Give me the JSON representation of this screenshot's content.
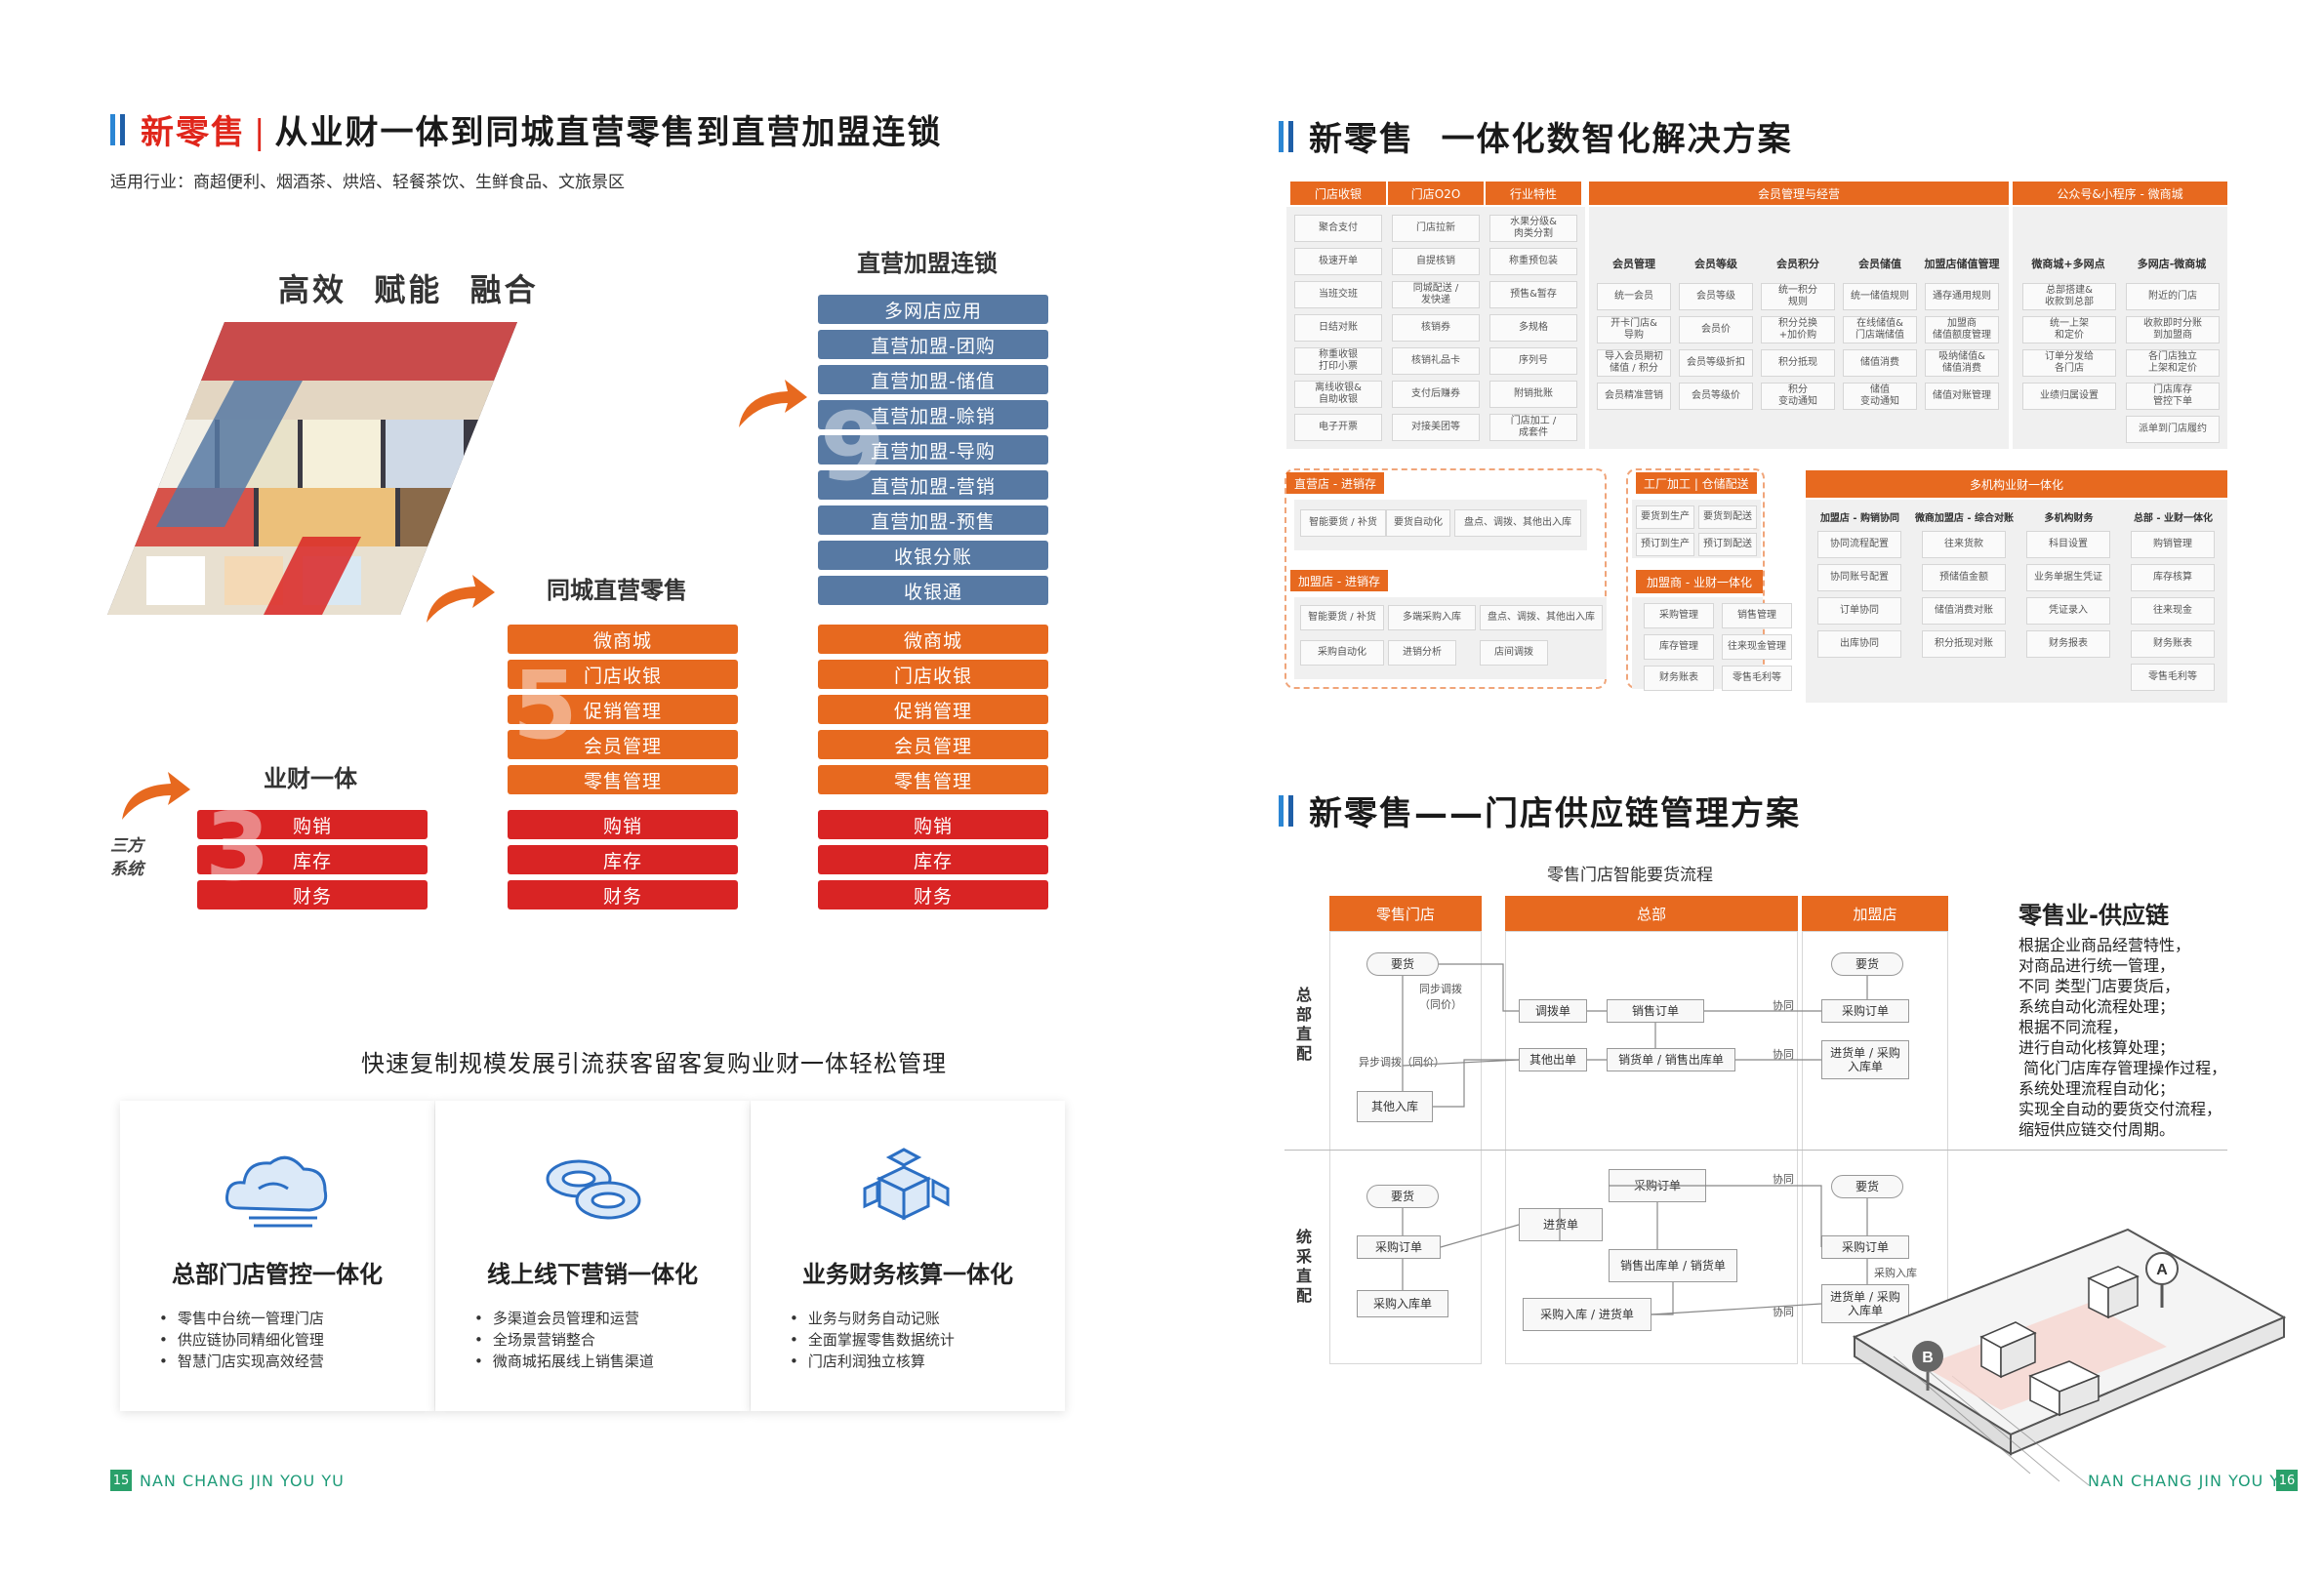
{
  "left": {
    "title_red": "新零售",
    "title_rest": "从业财一体到同城直营零售到直营加盟连锁",
    "industries": "适用行业：商超便利、烟酒茶、烘焙、轻餐茶饮、生鲜食品、文旅景区",
    "slogan": "高效  赋能  融合",
    "third_party": "三方\n系统",
    "col1": {
      "title": "业财一体",
      "num": "3",
      "red": [
        "购销",
        "库存",
        "财务"
      ]
    },
    "col2": {
      "title": "同城直营零售",
      "num": "5",
      "orange": [
        "微商城",
        "门店收银",
        "促销管理",
        "会员管理",
        "零售管理"
      ],
      "red": [
        "购销",
        "库存",
        "财务"
      ]
    },
    "col3": {
      "title": "直营加盟连锁",
      "num": "9",
      "blue": [
        "多网店应用",
        "直营加盟-团购",
        "直营加盟-储值",
        "直营加盟-赊销",
        "直营加盟-导购",
        "直营加盟-营销",
        "直营加盟-预售",
        "收银分账",
        "收银通"
      ],
      "orange": [
        "微商城",
        "门店收银",
        "促销管理",
        "会员管理",
        "零售管理"
      ],
      "red": [
        "购销",
        "库存",
        "财务"
      ]
    },
    "mid_slogan": "快速复制规模发展引流获客留客复购业财一体轻松管理",
    "cards": [
      {
        "title": "总部门店管控一体化",
        "icon": "cloud-icon",
        "items": [
          "零售中台统一管理门店",
          "供应链协同精细化管理",
          "智慧门店实现高效经营"
        ]
      },
      {
        "title": "线上线下营销一体化",
        "icon": "chain-link-icon",
        "items": [
          "多渠道会员管理和运营",
          "全场景营销整合",
          "微商城拓展线上销售渠道"
        ]
      },
      {
        "title": "业务财务核算一体化",
        "icon": "puzzle-cubes-icon",
        "items": [
          "业务与财务自动记账",
          "全面掌握零售数据统计",
          "门店利润独立核算"
        ]
      }
    ],
    "footer": "NAN CHANG JIN YOU YU",
    "page": "15"
  },
  "right": {
    "title1": "新零售  一体化数智化解决方案",
    "grid": {
      "col_heads": [
        "门店收银",
        "门店O2O",
        "行业特性"
      ],
      "col_cells": [
        [
          "聚合支付",
          "极速开单",
          "当班交班",
          "日结对账",
          "称重收银\n打印小票",
          "离线收银&\n自助收银",
          "电子开票"
        ],
        [
          "门店拉新",
          "自提核销",
          "同城配送 /\n发快递",
          "核销券",
          "核销礼品卡",
          "支付后赚券",
          "对接美团等"
        ],
        [
          "水果分级&\n肉类分割",
          "称重预包装",
          "预售&暂存",
          "多规格",
          "序列号",
          "附销批账",
          "门店加工 /\n成套件"
        ]
      ],
      "member_head": "会员管理与经营",
      "member_subs": [
        "会员管理",
        "会员等级",
        "会员积分",
        "会员储值",
        "加盟店储值管理"
      ],
      "member_cells": [
        [
          "统一会员",
          "开卡门店&\n导购",
          "导入会员期初\n储值 / 积分",
          "会员精准营销"
        ],
        [
          "会员等级",
          "会员价",
          "会员等级折扣",
          "会员等级价"
        ],
        [
          "统一积分\n规则",
          "积分兑换\n+加价购",
          "积分抵现",
          "积分\n变动通知"
        ],
        [
          "统一储值规则",
          "在线储值&\n门店端储值",
          "储值消费",
          "储值\n变动通知"
        ],
        [
          "通存通用规则",
          "加盟商\n储值额度管理",
          "吸纳储值&\n储值消费",
          "储值对账管理"
        ]
      ],
      "wx_head": "公众号&小程序 - 微商城",
      "wx_subs": [
        "微商城+多网点",
        "多网店-微商城"
      ],
      "wx_cells": [
        [
          "总部搭建&\n收款到总部",
          "统一上架\n和定价",
          "订单分发给\n各门店",
          "业绩归属设置"
        ],
        [
          "附近的门店",
          "收款即时分账\n到加盟商",
          "各门店独立\n上架和定价",
          "门店库存\n管控下单",
          "派单到门店履约"
        ]
      ],
      "direct_tag": "直营店 - 进销存",
      "direct_cells": [
        "智能要货 / 补货",
        "要货自动化",
        "盘点、调拨、其他出入库"
      ],
      "factory_tag": "工厂加工 | 仓储配送",
      "factory_cells": [
        "要货到生产",
        "要货到配送",
        "预订到生产",
        "预订到配送"
      ],
      "franchise_tag": "加盟店 - 进销存",
      "franchise_cells": [
        "智能要货 / 补货",
        "多端采购入库",
        "盘点、调拨、其他出入库",
        "采购自动化",
        "进销分析",
        "店间调拨"
      ],
      "fbiz_tag": "加盟商 - 业财一体化",
      "fbiz_cells": [
        "采购管理",
        "销售管理",
        "库存管理",
        "往来现金管理",
        "财务账表",
        "零售毛利等"
      ],
      "multi_head": "多机构业财一体化",
      "multi_subs": [
        "加盟店 - 购销协同",
        "微商加盟店 - 综合对账",
        "多机构财务",
        "总部 - 业财一体化"
      ],
      "multi_cells": [
        [
          "协同流程配置",
          "协同账号配置",
          "订单协同",
          "出库协同"
        ],
        [
          "往来货款",
          "预储值金额",
          "储值消费对账",
          "积分抵现对账"
        ],
        [
          "科目设置",
          "业务单据生凭证",
          "凭证录入",
          "财务报表"
        ],
        [
          "购销管理",
          "库存核算",
          "往来现金",
          "财务账表",
          "零售毛利等"
        ]
      ]
    },
    "title2": "新零售——门店供应链管理方案",
    "flow": {
      "caption": "零售门店智能要货流程",
      "lanes": [
        "零售门店",
        "总部",
        "加盟店"
      ],
      "side1": "总部直配",
      "side2": "统采直配",
      "nodes": {
        "t_req": "要货",
        "t_sync": "同步调拨\n（同价）",
        "t_diff": "异步调拨（同价）",
        "t_other_in": "其他入库",
        "t_transfer": "调拨单",
        "t_sale_order": "销售订单",
        "t_other_out": "其他出单",
        "t_sale_out": "销货单 / 销售出库单",
        "t_f_req": "要货",
        "t_f_po": "采购订单",
        "t_f_in": "进货单 / 采购\n入库单",
        "b_req": "要货",
        "b_po": "采购订单",
        "b_in": "采购入库单",
        "b_po2": "采购订单",
        "b_purchase": "进货单",
        "b_sale_out": "销售出库单 / 销货单",
        "b_in2": "采购入库 / 进货单",
        "b_f_req": "要货",
        "b_f_po": "采购订单",
        "b_f_in": "进货单 / 采购\n入库单",
        "b_f_lbl": "采购入库"
      },
      "collab": "协同"
    },
    "supply": {
      "title": "零售业-供应链",
      "lines": [
        "根据企业商品经营特性，",
        "对商品进行统一管理，",
        "不同 类型门店要货后，",
        "系统自动化流程处理；",
        "根据不同流程，",
        "进行自动化核算处理；",
        " 简化门店库存管理操作过程，",
        "系统处理流程自动化；",
        "实现全自动的要货交付流程，",
        "缩短供应链交付周期。"
      ]
    },
    "illus_a": "A",
    "illus_b": "B",
    "footer": "NAN CHANG JIN YOU YU",
    "page": "16"
  },
  "colors": {
    "orange": "#e7691f",
    "red": "#d92424",
    "blue": "#5779a3",
    "brand_blue": "#1f5fa8",
    "green": "#2aa06a"
  }
}
